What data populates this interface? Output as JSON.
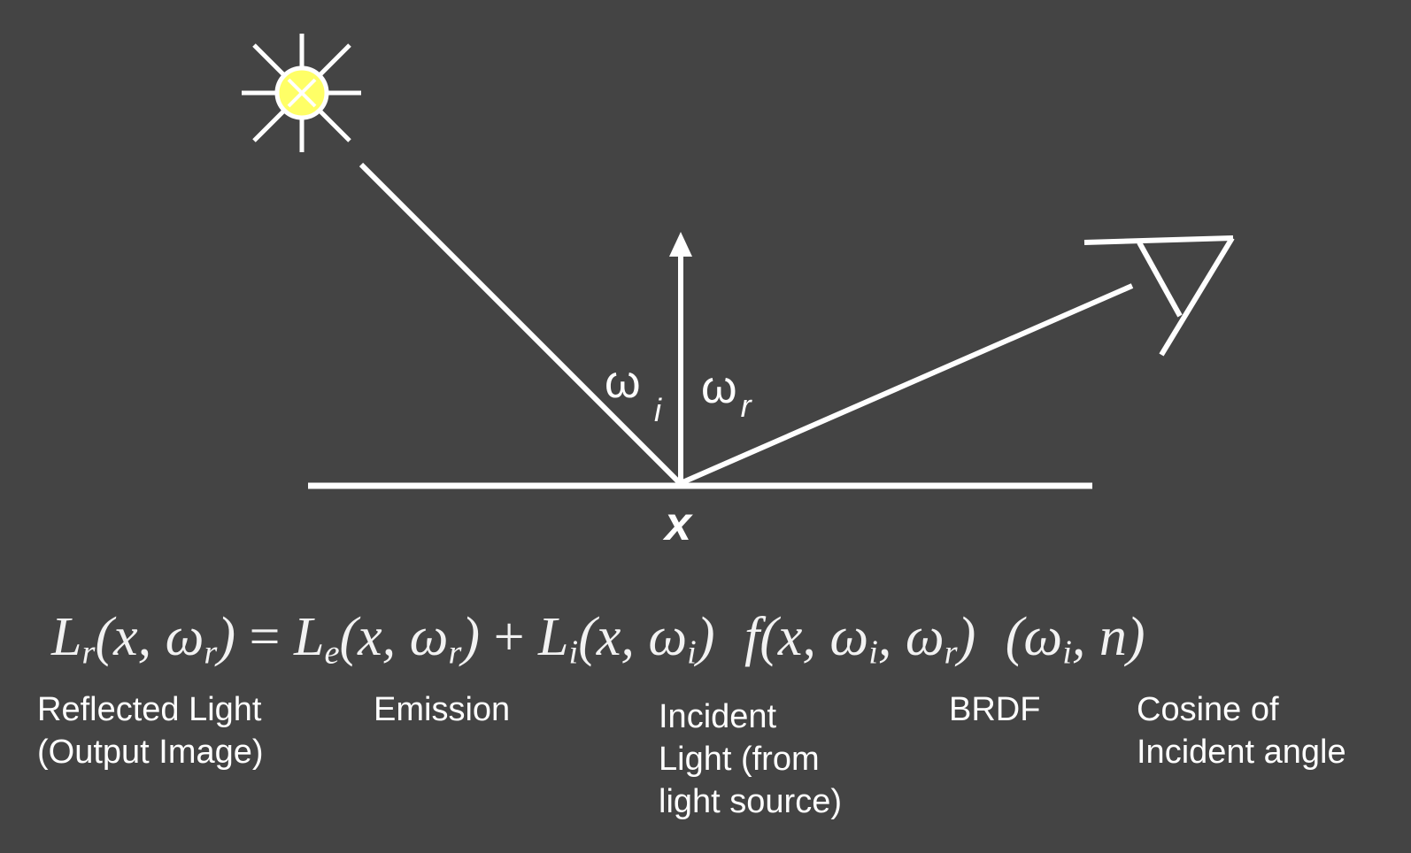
{
  "diagram": {
    "point_label": "x",
    "incident_angle_symbol": "ω",
    "incident_angle_subscript": "i",
    "reflected_angle_symbol": "ω",
    "reflected_angle_subscript": "r"
  },
  "equation": {
    "lhs": {
      "symbol": "L",
      "sub": "r",
      "args": "(x, ω",
      "args_sub": "r",
      "close": ")"
    },
    "equals": "=",
    "emission": {
      "symbol": "L",
      "sub": "e",
      "args": "(x, ω",
      "args_sub": "r",
      "close": ")"
    },
    "plus": "+",
    "incident": {
      "symbol": "L",
      "sub": "i",
      "args": "(x, ω",
      "args_sub": "i",
      "close": ")"
    },
    "brdf": {
      "symbol": "f",
      "args": "(x, ω",
      "args_sub1": "i",
      "mid": ", ω",
      "args_sub2": "r",
      "close": ")"
    },
    "cosine": {
      "open": "(ω",
      "sub": "i",
      "rest": ", n)"
    }
  },
  "labels": {
    "reflected_line1": "Reflected Light",
    "reflected_line2": "(Output Image)",
    "emission": "Emission",
    "incident_line1": "Incident",
    "incident_line2": "Light (from",
    "incident_line3": "light source)",
    "brdf": "BRDF",
    "cosine_line1": "Cosine of",
    "cosine_line2": "Incident angle"
  },
  "colors": {
    "background": "#444444",
    "stroke": "#ffffff",
    "sun_core": "#ffff66"
  }
}
